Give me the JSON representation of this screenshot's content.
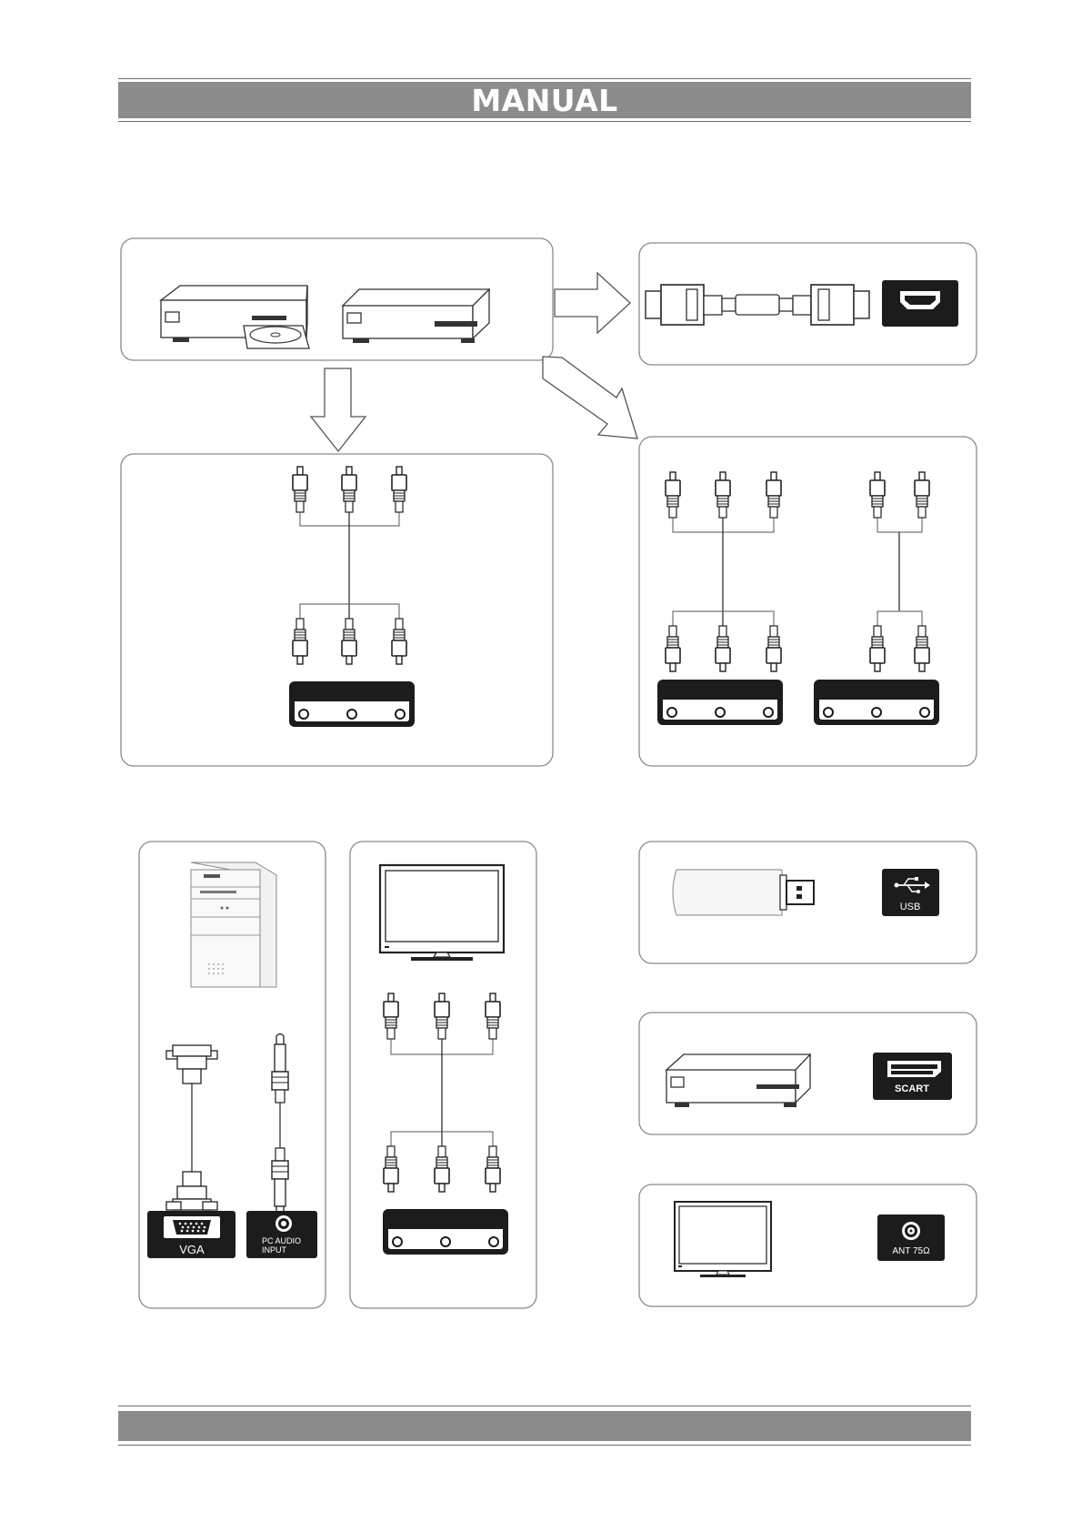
{
  "header": {
    "title": "MANUAL"
  },
  "ports": {
    "usb": "USB",
    "scart": "SCART",
    "antenna": "ANT 75Ω",
    "vga": "VGA",
    "pc_audio_line1": "PC AUDIO",
    "pc_audio_line2": "INPUT"
  },
  "icons": [
    "dvd-player-icon",
    "set-top-box-icon",
    "hdmi-cable-icon",
    "hdmi-port-icon",
    "rca-cable-icon",
    "av-jack-panel-icon",
    "pc-tower-icon",
    "vga-cable-icon",
    "audio-cable-icon",
    "tv-monitor-icon",
    "usb-stick-icon",
    "usb-port-icon",
    "scart-port-icon",
    "antenna-port-icon"
  ],
  "colors": {
    "band": "#8c8c8c",
    "port_bg": "#1c1c1c",
    "stroke": "#333333"
  }
}
